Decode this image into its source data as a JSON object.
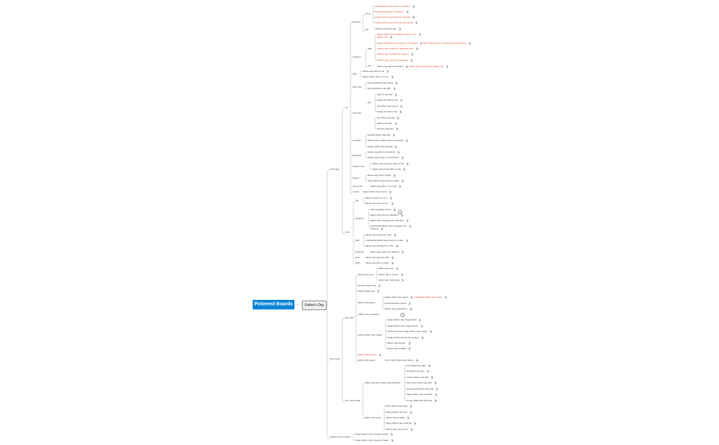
{
  "root": "Pinterest Boards",
  "hub": "Father's Day",
  "branches": {
    "gift_guide": "Gift Guide",
    "day_cards": "Day Cards",
    "fathers_day_in_heaven": "Father's day in heaven"
  },
  "colors": {
    "root_bg": "#0a84d6",
    "line": "#a9a9a9",
    "red_text": "#d8381c"
  },
  "nodes": [
    {
      "id": "l_funny_top",
      "text": "Funny"
    },
    {
      "id": "l_gift",
      "text": "Gift"
    },
    {
      "id": "l_sarcasm",
      "text": "Sarcasm"
    },
    {
      "id": "r1",
      "text": "Happy fathers day quotes for old dads",
      "red": true
    },
    {
      "id": "r2",
      "text": "Happy fathers day to all fathers",
      "red": true
    },
    {
      "id": "r3",
      "text": "Happy fathers day wishes for old dads",
      "red": true
    },
    {
      "id": "r4",
      "text": "Happy fathers day to the best dad friends",
      "red": true
    },
    {
      "id": "r5",
      "text": "Fathers day gift for dad",
      "red": false
    },
    {
      "id": "l_wife",
      "text": "Wife"
    },
    {
      "id": "l_wife_gift",
      "text": "Gift"
    },
    {
      "id": "l_husband",
      "text": "Husband"
    },
    {
      "id": "r6",
      "text": "Happy fathers day husband to father to our",
      "red": true
    },
    {
      "id": "r6b",
      "text": "fathers day",
      "red": true
    },
    {
      "id": "r7",
      "text": "Happy fathers day messages to my husband",
      "red": true
    },
    {
      "id": "r7x",
      "text": "fathers day idea for my husband my fathers day",
      "red": true
    },
    {
      "id": "r8",
      "text": "Fathers day Husband to Girlfriends wife",
      "red": true
    },
    {
      "id": "r9",
      "text": "Fathers day message for husband",
      "red": true
    },
    {
      "id": "r10",
      "text": "Fathers day husband for husband",
      "red": true
    },
    {
      "id": "r11",
      "text": "fathers day gifts for husband",
      "red": false
    },
    {
      "id": "r11x",
      "text": "unique gift for husband for fathers day",
      "red": true
    },
    {
      "id": "l_kids",
      "text": "Kids"
    },
    {
      "id": "r12",
      "text": "fathers day gifts for son"
    },
    {
      "id": "r13",
      "text": "happy fathers day to my son"
    },
    {
      "id": "l_step",
      "text": "Step Dad"
    },
    {
      "id": "r14",
      "text": "step dad fathers day quotes"
    },
    {
      "id": "r15",
      "text": "step dad fathers day gifts"
    },
    {
      "id": "l_for",
      "text": "For"
    },
    {
      "id": "l_new",
      "text": "New Dad"
    },
    {
      "id": "l_new_gift",
      "text": "Gift"
    },
    {
      "id": "r16",
      "text": "gifts for new dad"
    },
    {
      "id": "r17",
      "text": "Happy first fathers day"
    },
    {
      "id": "r18",
      "text": "first fathers day quotes"
    },
    {
      "id": "r19",
      "text": "Happy 1st fathers day"
    },
    {
      "id": "r20",
      "text": "first fathers day gift"
    },
    {
      "id": "r21",
      "text": "father to be gifts"
    },
    {
      "id": "r22",
      "text": "first time dad gifts"
    },
    {
      "id": "l_grandpa",
      "text": "Grandpa"
    },
    {
      "id": "r23",
      "text": "grandpa fathers day gifts"
    },
    {
      "id": "r24",
      "text": "fathers day printable cards for grandpa"
    },
    {
      "id": "r25",
      "text": "Happy fathers day grandpa"
    },
    {
      "id": "l_boyfriend",
      "text": "Boyfriend"
    },
    {
      "id": "r26",
      "text": "fathers day gifts for boyfriends"
    },
    {
      "id": "r27",
      "text": "Happy fathers day to my boyfriend"
    },
    {
      "id": "l_father_in_law",
      "text": "Father In law"
    },
    {
      "id": "r28",
      "text": "fathers day quotes for father in law"
    },
    {
      "id": "r29",
      "text": "Happy fathers day father in law"
    },
    {
      "id": "l_brother",
      "text": "Brother"
    },
    {
      "id": "r30",
      "text": "fathers day gift for brother"
    },
    {
      "id": "r31",
      "text": "happy fathers day brothers images"
    },
    {
      "id": "l_son_in_law",
      "text": "Son In law"
    },
    {
      "id": "r32",
      "text": "fathers day gift for son in law"
    },
    {
      "id": "l_cousin",
      "text": "Cousin"
    },
    {
      "id": "r33",
      "text": "Happy fathers day cousins"
    },
    {
      "id": "l_gift_guide",
      "text": "Gift Guide"
    },
    {
      "id": "l_from",
      "text": "From"
    },
    {
      "id": "l_son2",
      "text": "Son"
    },
    {
      "id": "r34",
      "text": "fathers quotes from son"
    },
    {
      "id": "r35",
      "text": "fathers day gifts from son"
    },
    {
      "id": "l_daughter",
      "text": "Daughter"
    },
    {
      "id": "r36",
      "text": "father daughter quotes"
    },
    {
      "id": "r37",
      "text": "fathers day gifts from daughter"
    },
    {
      "id": "r38",
      "text": "fathers day messages from daughter"
    },
    {
      "id": "r39",
      "text": "inspirational fathers day messages from"
    },
    {
      "id": "r39b",
      "text": "daughter"
    },
    {
      "id": "l_wife2",
      "text": "Wife"
    },
    {
      "id": "r40",
      "text": "fathers day quotes from wife"
    },
    {
      "id": "r41",
      "text": "inspirational fathers day quotes from wife"
    },
    {
      "id": "r42",
      "text": "fathers day gift ideas from wife"
    },
    {
      "id": "l_girlfriend",
      "text": "Girlfriend"
    },
    {
      "id": "r43",
      "text": "fathers day quote from girlfriend"
    },
    {
      "id": "l_kids2",
      "text": "Kids"
    },
    {
      "id": "r44",
      "text": "fathers day gifts from kids"
    },
    {
      "id": "l_baby",
      "text": "Baby"
    },
    {
      "id": "r45",
      "text": "fathers day gift from baby"
    },
    {
      "id": "l_day_cards",
      "text": "Day Cards"
    },
    {
      "id": "l_day_card",
      "text": "Day Card"
    },
    {
      "id": "l_fdc",
      "text": "fathers day card"
    },
    {
      "id": "r46",
      "text": "fathers day card"
    },
    {
      "id": "r47",
      "text": "fathers day to mexico"
    },
    {
      "id": "r48",
      "text": "fathers day, happy dad"
    },
    {
      "id": "r49",
      "text": "funniest fathers day"
    },
    {
      "id": "r50",
      "text": "Happy fathers day"
    },
    {
      "id": "l_quotes",
      "text": "fathers day quotes"
    },
    {
      "id": "r51",
      "text": "Happy fathers day quotes"
    },
    {
      "id": "r51x",
      "text": "inspirational fathers day quotes",
      "red": true
    },
    {
      "id": "r52",
      "text": "emotional father quotes"
    },
    {
      "id": "r53",
      "text": "fathers day quotes/funny"
    },
    {
      "id": "l_messages",
      "text": "Father's day messages"
    },
    {
      "id": "l_images",
      "text": "Happy fathers day images"
    },
    {
      "id": "r54",
      "text": "Happy fathers day images 2021"
    },
    {
      "id": "r55",
      "text": "Happy fathers day images quotes"
    },
    {
      "id": "r56",
      "text": "African American happy fathers day images"
    },
    {
      "id": "r57",
      "text": "Happy fathers day Brother images"
    },
    {
      "id": "r58",
      "text": "fathers day banners"
    },
    {
      "id": "r59",
      "text": "fathers day printable"
    },
    {
      "id": "r60",
      "text": "fathers day gif quote",
      "red": true
    },
    {
      "id": "l_fdq",
      "text": "fathers day quotes"
    },
    {
      "id": "r61",
      "text": "funny happy fathers day quotes"
    },
    {
      "id": "l_diy",
      "text": "Diy / Homemade"
    },
    {
      "id": "l_diy_gifts",
      "text": "fathers day gifts / fathers day gift ideas"
    },
    {
      "id": "r62",
      "text": "best fathers day gifts"
    },
    {
      "id": "r63",
      "text": "diy fathers day gifts"
    },
    {
      "id": "r64",
      "text": "unique father's day gifts"
    },
    {
      "id": "r65",
      "text": "last minute fathers day gifts"
    },
    {
      "id": "r66",
      "text": "personalized fathers day gifts"
    },
    {
      "id": "r67",
      "text": "happy fathers day to brother"
    },
    {
      "id": "r68",
      "text": "simple fathers day gift ideas"
    },
    {
      "id": "l_fd_cards",
      "text": "fathers day cards"
    },
    {
      "id": "r69",
      "text": "funny fathers day cards"
    },
    {
      "id": "r70",
      "text": "happy fathers day card"
    },
    {
      "id": "r71",
      "text": "fathers day printable"
    },
    {
      "id": "r72",
      "text": "happy fathers day greetings"
    },
    {
      "id": "r73",
      "text": "fathers day pop up card"
    },
    {
      "id": "l_heaven",
      "text": "Father's day in heaven"
    },
    {
      "id": "r74",
      "text": "Happy fathers day in heaven quotes"
    },
    {
      "id": "r75",
      "text": "Happy fathers day in heaven images"
    }
  ]
}
